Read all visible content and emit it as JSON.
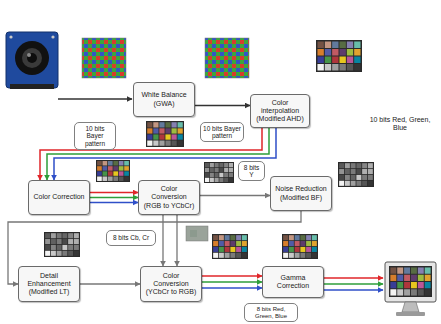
{
  "diagram": {
    "nodes": [
      {
        "text": [
          "White Balance (GWA)"
        ]
      },
      {
        "text": [
          "10 bits Bayer pattern"
        ]
      },
      {
        "text": [
          "10 bits Bayer pattern"
        ]
      },
      {
        "text": [
          "Color interpolation (Modified AHD)"
        ]
      },
      {
        "text": [
          "Color Correction"
        ]
      },
      {
        "text": [
          "Color Conversion (RGB to YCbCr)"
        ]
      },
      {
        "text": [
          "8 bits Y"
        ]
      },
      {
        "text": [
          "Noise Reduction (Modified BF)"
        ]
      },
      {
        "text": [
          "8 bits Cb, Cr"
        ]
      },
      {
        "text": [
          "Detail Enhancement (Modified LT)"
        ]
      },
      {
        "text": [
          "Color Conversion (YCbCr to RGB)"
        ]
      },
      {
        "text": [
          "Gamma Correction"
        ]
      },
      {
        "text": [
          "8 bits Red, Green, Blue"
        ]
      }
    ],
    "edges": [
      {
        "from": 0,
        "to": 3,
        "arrow": "to"
      },
      {
        "from": 3,
        "to": 4,
        "arrow": "to"
      },
      {
        "from": 4,
        "to": 5,
        "arrow": "to"
      },
      {
        "from": 5,
        "to": 7,
        "arrow": "to"
      },
      {
        "from": 5,
        "to": 10,
        "arrow": "to"
      },
      {
        "from": 7,
        "to": 9,
        "arrow": "to"
      },
      {
        "from": 9,
        "to": 10,
        "arrow": "to"
      },
      {
        "from": 10,
        "to": 11,
        "arrow": "to"
      }
    ],
    "labels": [
      "10 bits Red, Green, Blue"
    ]
  }
}
